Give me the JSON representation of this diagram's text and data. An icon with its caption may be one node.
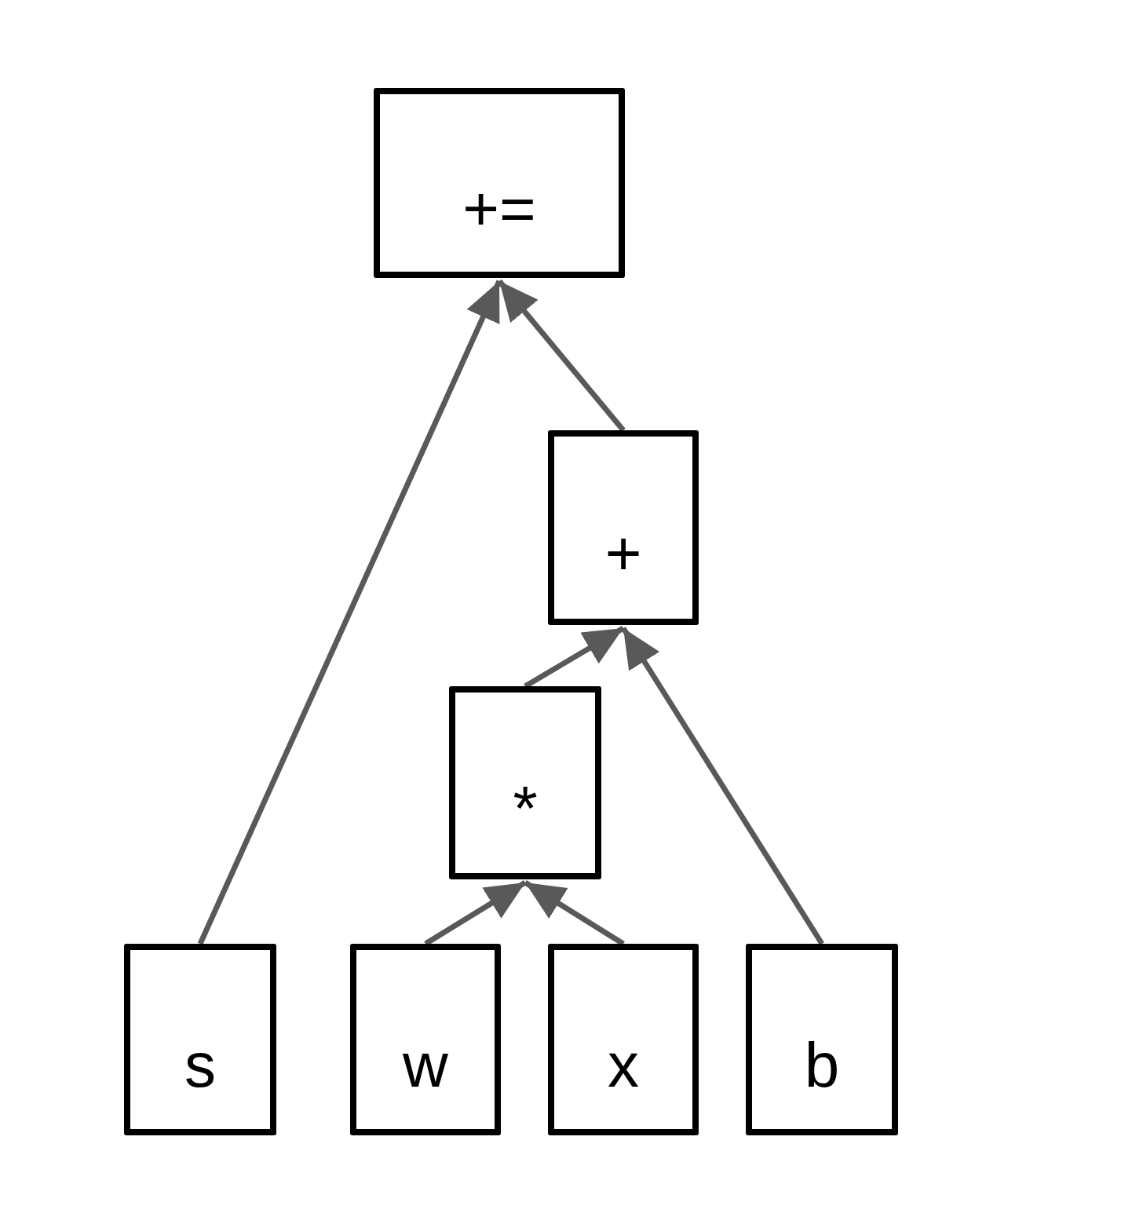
{
  "diagram": {
    "nodes": [
      {
        "text": [
          "+="
        ]
      },
      {
        "text": [
          "+"
        ]
      },
      {
        "text": [
          "*"
        ]
      },
      {
        "text": [
          "s"
        ]
      },
      {
        "text": [
          "w"
        ]
      },
      {
        "text": [
          "x"
        ]
      },
      {
        "text": [
          "b"
        ]
      }
    ],
    "edges": [
      {
        "from": 3,
        "to": 0,
        "arrow": "to"
      },
      {
        "from": 1,
        "to": 0,
        "arrow": "to"
      },
      {
        "from": 2,
        "to": 1,
        "arrow": "to"
      },
      {
        "from": 6,
        "to": 1,
        "arrow": "to"
      },
      {
        "from": 4,
        "to": 2,
        "arrow": "to"
      },
      {
        "from": 5,
        "to": 2,
        "arrow": "to"
      }
    ]
  }
}
